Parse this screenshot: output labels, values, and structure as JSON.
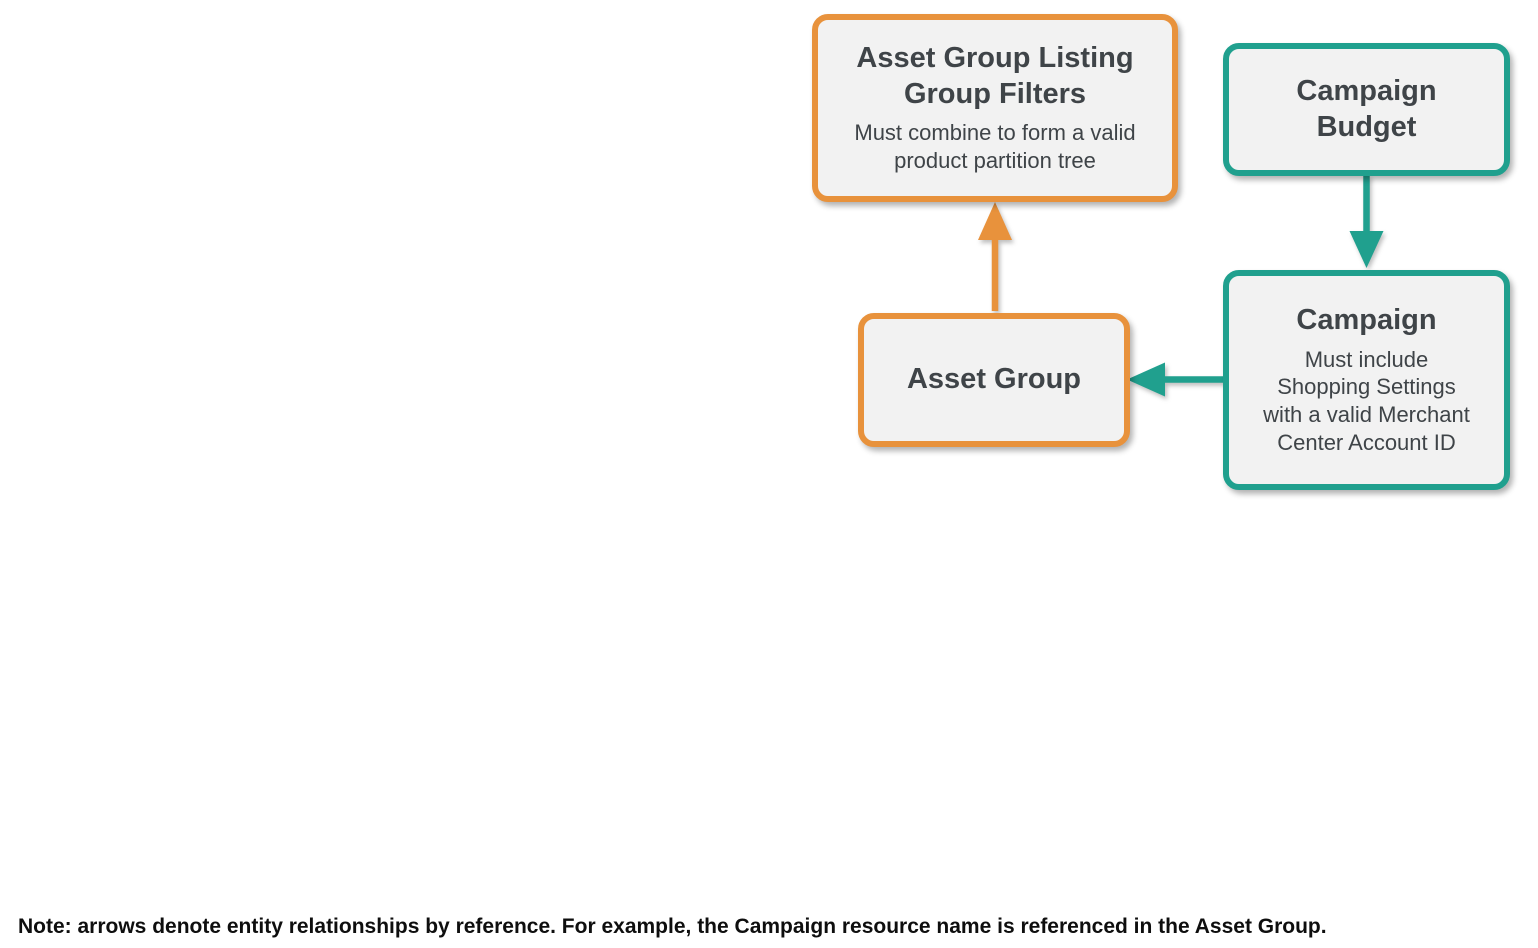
{
  "colors": {
    "orange": "#E8923C",
    "teal": "#20A08E",
    "box_fill": "#F2F2F2",
    "box_text": "#3F4448",
    "note_text": "#0E0E0E"
  },
  "nodes": {
    "listing_filters": {
      "title": "Asset Group Listing\nGroup Filters",
      "subtitle": "Must combine to form a valid\nproduct partition tree",
      "accent": "orange"
    },
    "campaign_budget": {
      "title": "Campaign\nBudget",
      "accent": "teal"
    },
    "campaign": {
      "title": "Campaign",
      "subtitle": "Must include\nShopping Settings\nwith a valid Merchant\nCenter Account ID",
      "accent": "teal"
    },
    "asset_group": {
      "title": "Asset Group",
      "accent": "orange"
    }
  },
  "edges": [
    {
      "from": "asset_group",
      "to": "listing_filters",
      "color": "orange",
      "direction": "up"
    },
    {
      "from": "campaign_budget",
      "to": "campaign",
      "color": "teal",
      "direction": "down"
    },
    {
      "from": "campaign",
      "to": "asset_group",
      "color": "teal",
      "direction": "left"
    }
  ],
  "note": "Note: arrows denote entity relationships by reference. For example, the Campaign resource name is referenced in the Asset Group."
}
